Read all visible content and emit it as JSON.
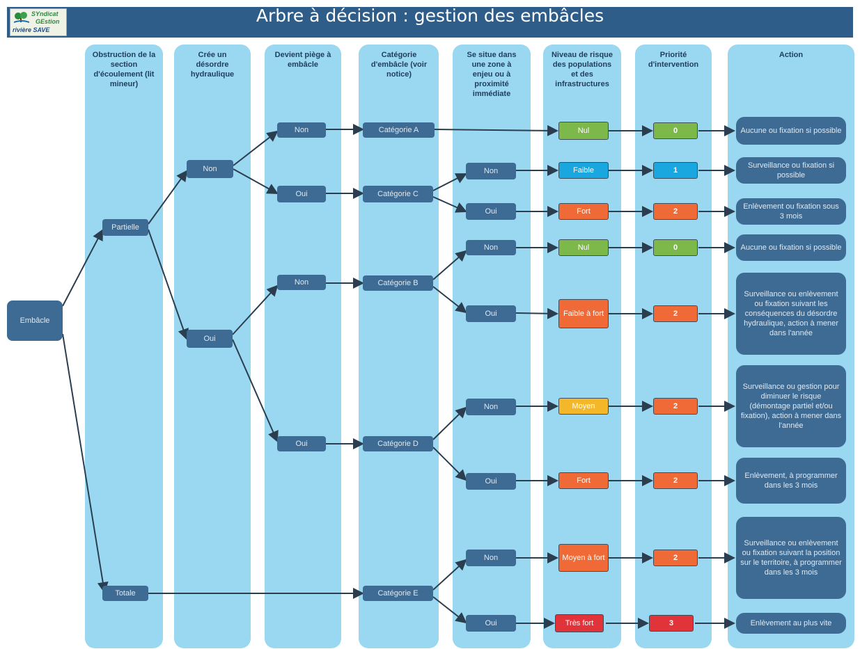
{
  "header": {
    "title": "Arbre à décision : gestion des embâcles",
    "logo_line1": "SYndicat",
    "logo_line2": "GEstion",
    "logo_line3": "rivière SAVE"
  },
  "columns": [
    {
      "key": "obstruction",
      "header": "Obstruction de la section d'écoulement (lit mineur)"
    },
    {
      "key": "desordre",
      "header": "Crée un désordre hydraulique"
    },
    {
      "key": "piege",
      "header": "Devient piège à embâcle"
    },
    {
      "key": "categorie",
      "header": "Catégorie d'embâcle (voir notice)"
    },
    {
      "key": "zone",
      "header": "Se situe dans une zone à enjeu ou à proximité immédiate"
    },
    {
      "key": "risque",
      "header": "Niveau de risque des populations et des infrastructures"
    },
    {
      "key": "priorite",
      "header": "Priorité d'intervention"
    },
    {
      "key": "action",
      "header": "Action"
    }
  ],
  "nodes": {
    "root": "Embâcle",
    "partielle": "Partielle",
    "totale": "Totale",
    "non_desordre": "Non",
    "oui_desordre": "Oui",
    "piege_non_1": "Non",
    "piege_oui_1": "Oui",
    "piege_non_2": "Non",
    "piege_oui_2": "Oui",
    "cat_a": "Catégorie A",
    "cat_c": "Catégorie C",
    "cat_b": "Catégorie B",
    "cat_d": "Catégorie D",
    "cat_e": "Catégorie E",
    "zone_c_non": "Non",
    "zone_c_oui": "Oui",
    "zone_b_non": "Non",
    "zone_b_oui": "Oui",
    "zone_d_non": "Non",
    "zone_d_oui": "Oui",
    "zone_e_non": "Non",
    "zone_e_oui": "Oui"
  },
  "outcomes": [
    {
      "risk": "Nul",
      "risk_color": "#7cb84a",
      "priority": "0",
      "priority_color": "#7cb84a",
      "action": "Aucune ou fixation si possible"
    },
    {
      "risk": "Faible",
      "risk_color": "#1aa6df",
      "priority": "1",
      "priority_color": "#1aa6df",
      "action": "Surveillance ou fixation si possible"
    },
    {
      "risk": "Fort",
      "risk_color": "#ef6a36",
      "priority": "2",
      "priority_color": "#ef6a36",
      "action": "Enlèvement ou fixation sous 3 mois"
    },
    {
      "risk": "Nul",
      "risk_color": "#7cb84a",
      "priority": "0",
      "priority_color": "#7cb84a",
      "action": "Aucune ou fixation si possible"
    },
    {
      "risk": "Faible à fort",
      "risk_color": "#ef6a36",
      "priority": "2",
      "priority_color": "#ef6a36",
      "action": "Surveillance ou enlèvement ou fixation suivant les conséquences du désordre hydraulique, action à mener dans l'année"
    },
    {
      "risk": "Moyen",
      "risk_color": "#f5b72a",
      "priority": "2",
      "priority_color": "#ef6a36",
      "action": "Surveillance ou gestion pour diminuer le risque (démontage partiel et/ou fixation), action à mener dans l'année"
    },
    {
      "risk": "Fort",
      "risk_color": "#ef6a36",
      "priority": "2",
      "priority_color": "#ef6a36",
      "action": "Enlèvement, à programmer dans les 3 mois"
    },
    {
      "risk": "Moyen à fort",
      "risk_color": "#ef6a36",
      "priority": "2",
      "priority_color": "#ef6a36",
      "action": "Surveillance ou enlèvement ou fixation suivant la position sur le territoire, à programmer dans les 3 mois"
    },
    {
      "risk": "Très fort",
      "risk_color": "#e0343a",
      "priority": "3",
      "priority_color": "#e0343a",
      "action": "Enlèvement au plus vite"
    }
  ]
}
